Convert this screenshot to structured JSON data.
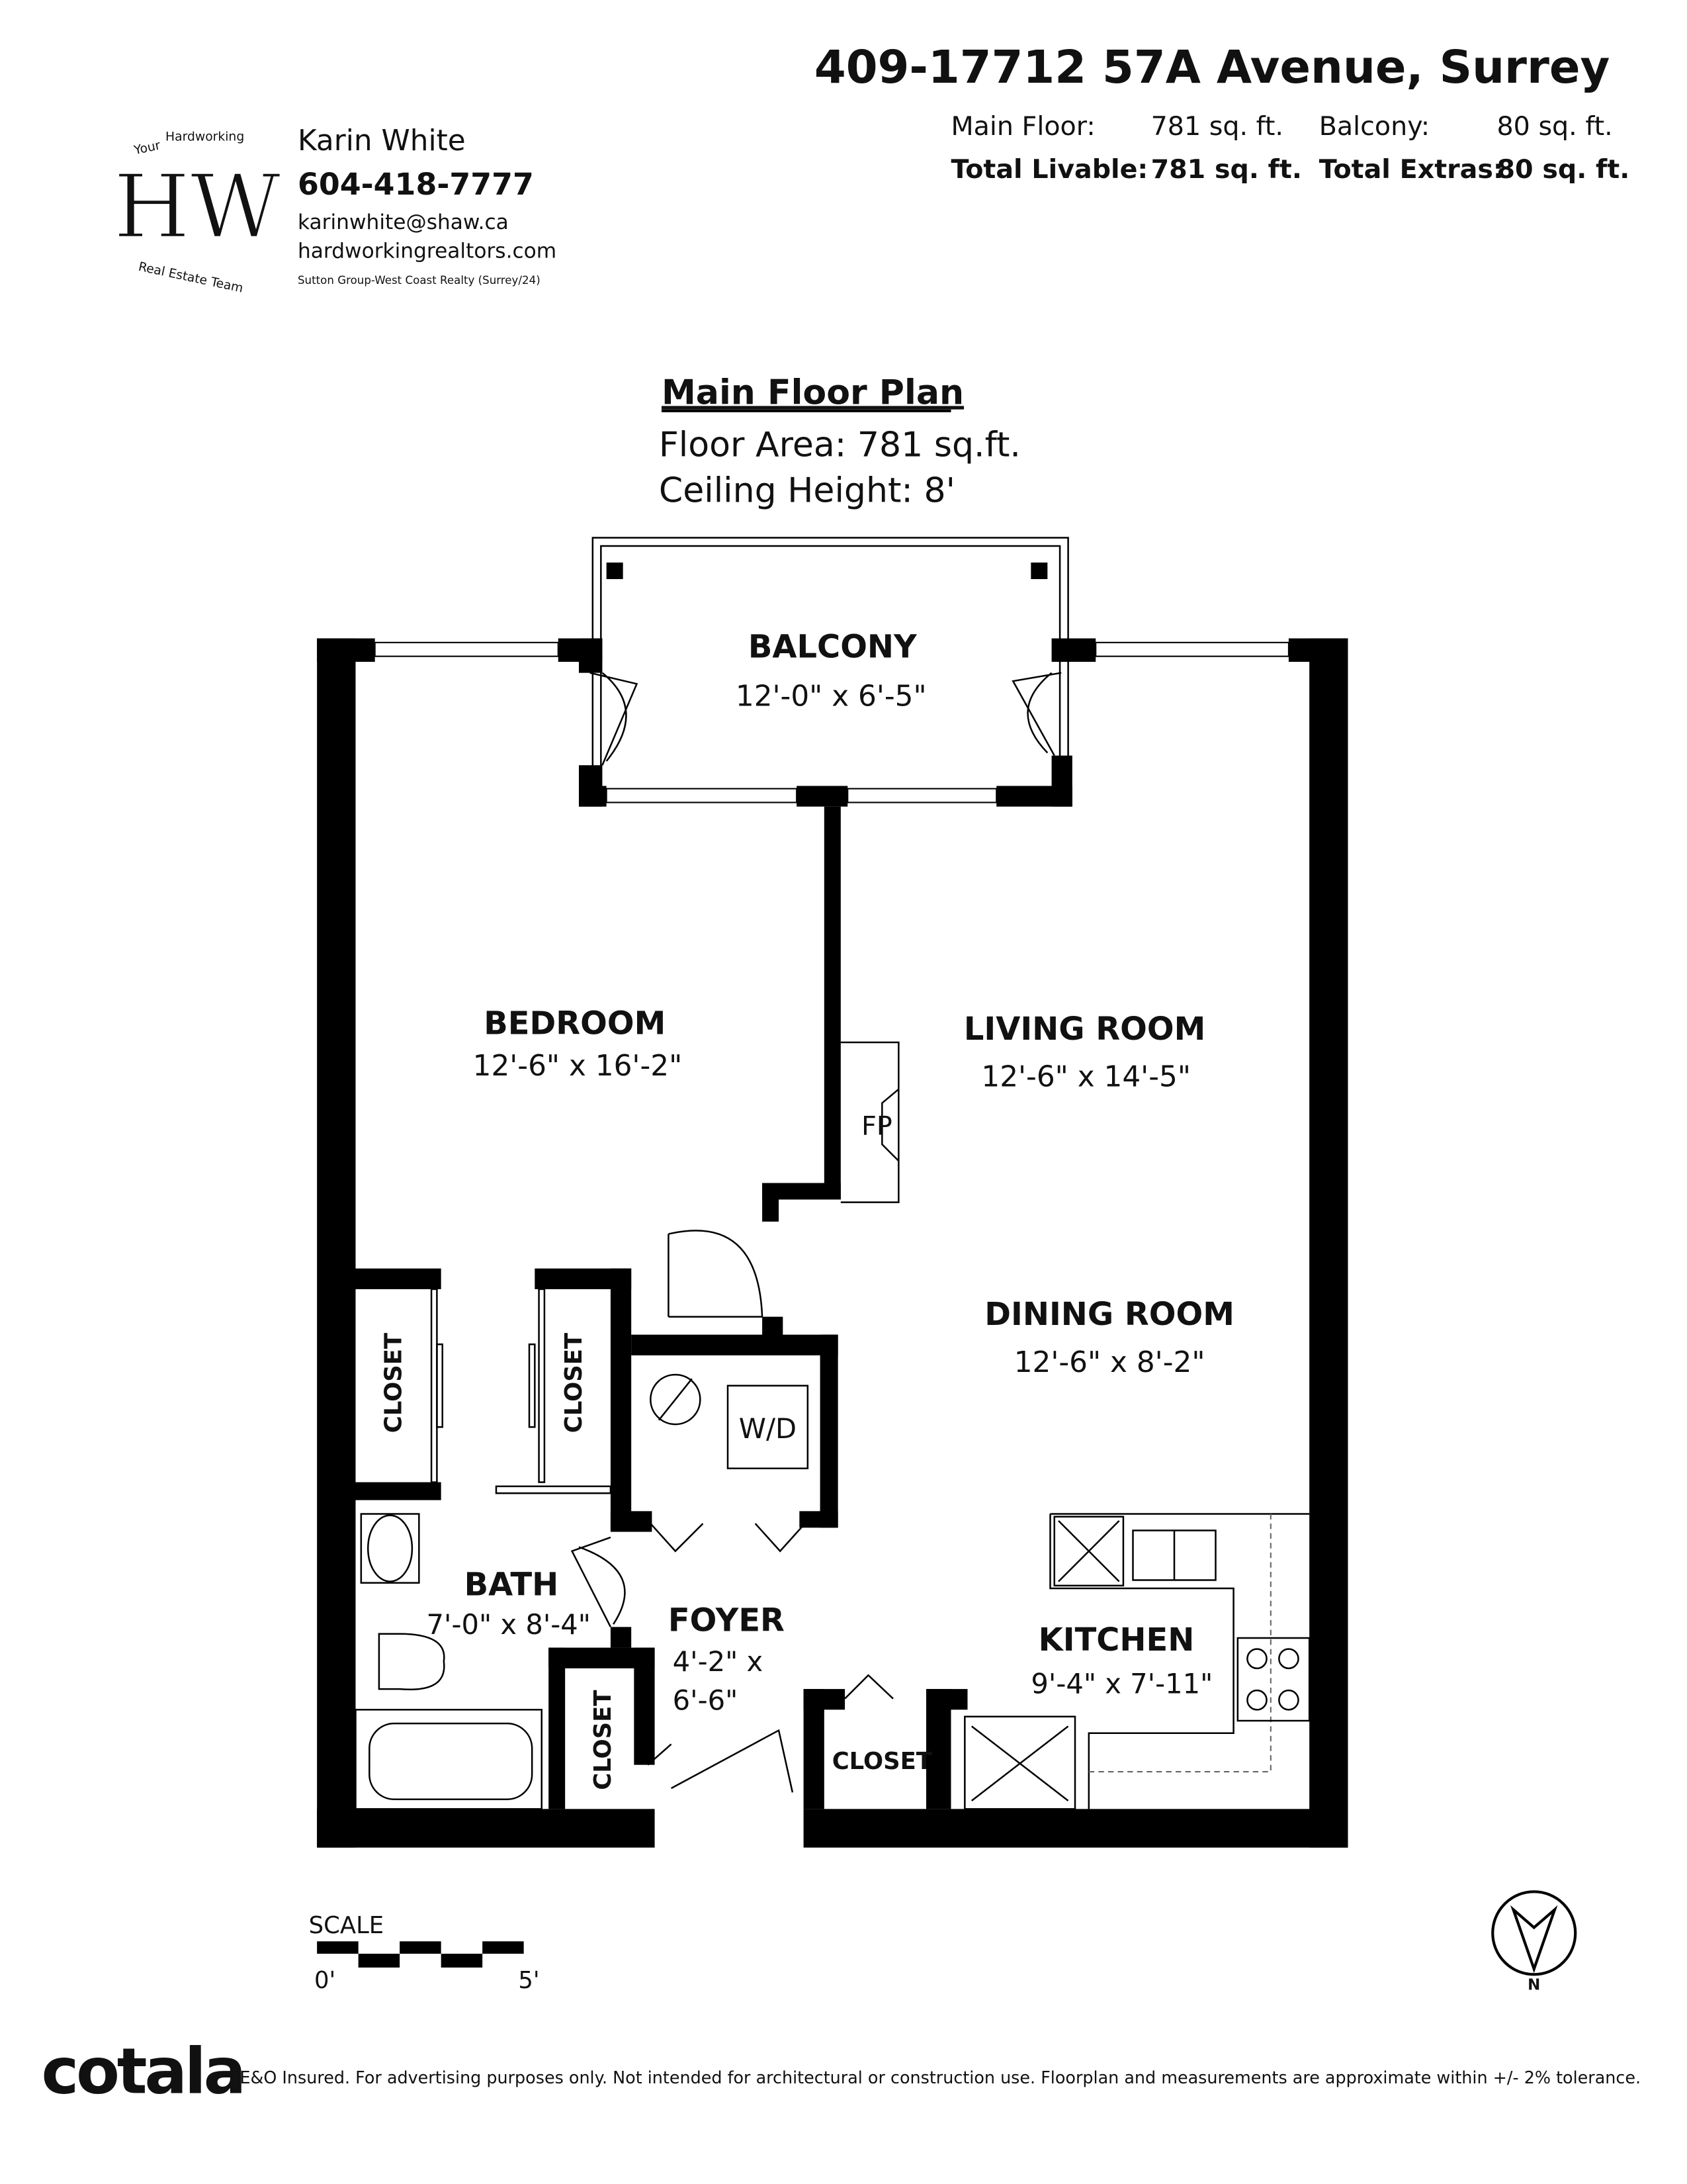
{
  "header": {
    "address": "409-17712 57A Avenue, Surrey",
    "rows": [
      {
        "label": "Main Floor:",
        "value": "781 sq. ft.",
        "label2": "Balcony:",
        "value2": "80 sq. ft."
      },
      {
        "label": "Total Livable:",
        "value": "781 sq. ft.",
        "label2": "Total Extras:",
        "value2": "80 sq. ft."
      }
    ]
  },
  "agent": {
    "logo_top": "Your Hardworking",
    "logo_letters": "HW",
    "logo_bottom": "Real Estate Team",
    "name": "Karin White",
    "phone": "604-418-7777",
    "email": "karinwhite@shaw.ca",
    "website": "hardworkingrealtors.com",
    "brokerage": "Sutton Group-West Coast Realty (Surrey/24)"
  },
  "plan": {
    "title": "Main Floor Plan",
    "floor_area": "Floor Area: 781 sq.ft.",
    "ceiling": "Ceiling Height: 8'",
    "rooms": {
      "balcony": {
        "name": "BALCONY",
        "dims": "12'-0\" x 6'-5\""
      },
      "bedroom": {
        "name": "BEDROOM",
        "dims": "12'-6\" x 16'-2\""
      },
      "living": {
        "name": "LIVING ROOM",
        "dims": "12'-6\" x 14'-5\""
      },
      "dining": {
        "name": "DINING ROOM",
        "dims": "12'-6\" x 8'-2\""
      },
      "bath": {
        "name": "BATH",
        "dims": "7'-0\" x 8'-4\""
      },
      "foyer": {
        "name": "FOYER",
        "dims1": "4'-2\" x",
        "dims2": "6'-6\""
      },
      "kitchen": {
        "name": "KITCHEN",
        "dims": "9'-4\" x 7'-11\""
      },
      "closet": "CLOSET"
    },
    "fireplace": "FP",
    "washer_dryer": "W/D"
  },
  "scale": {
    "label": "SCALE",
    "start": "0'",
    "end": "5'"
  },
  "compass": {
    "north": "N"
  },
  "footer": {
    "brand": "cotala",
    "disclaimer": "E&O Insured. For advertising purposes only. Not intended for architectural or construction use. Floorplan and measurements are approximate within +/- 2% tolerance."
  }
}
